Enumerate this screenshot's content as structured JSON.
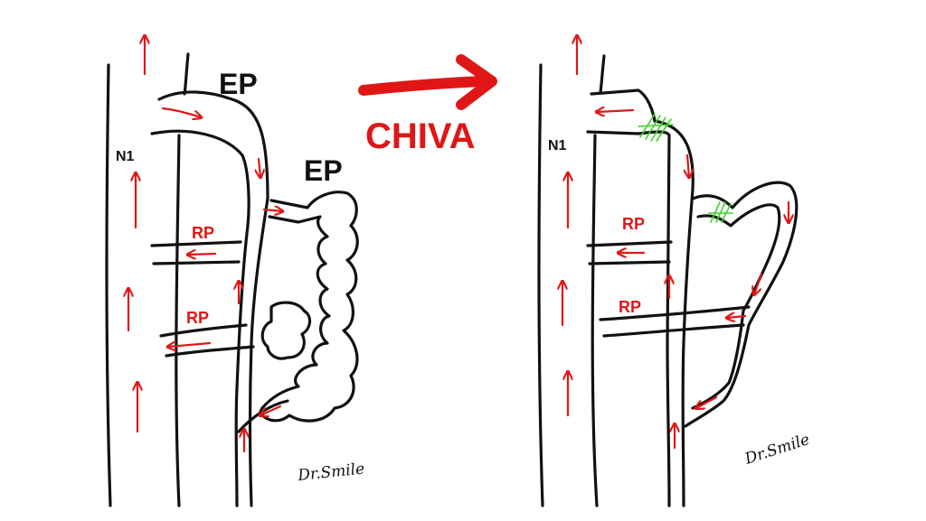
{
  "labels": {
    "ep": "EP",
    "n1": "N1",
    "rp": "RP",
    "procedure": "CHIVA",
    "signature": "Dr.Smile"
  },
  "colors": {
    "vein": "#111111",
    "flow": "#e01616",
    "ligation": "#3fd12a",
    "background": "#ffffff"
  }
}
